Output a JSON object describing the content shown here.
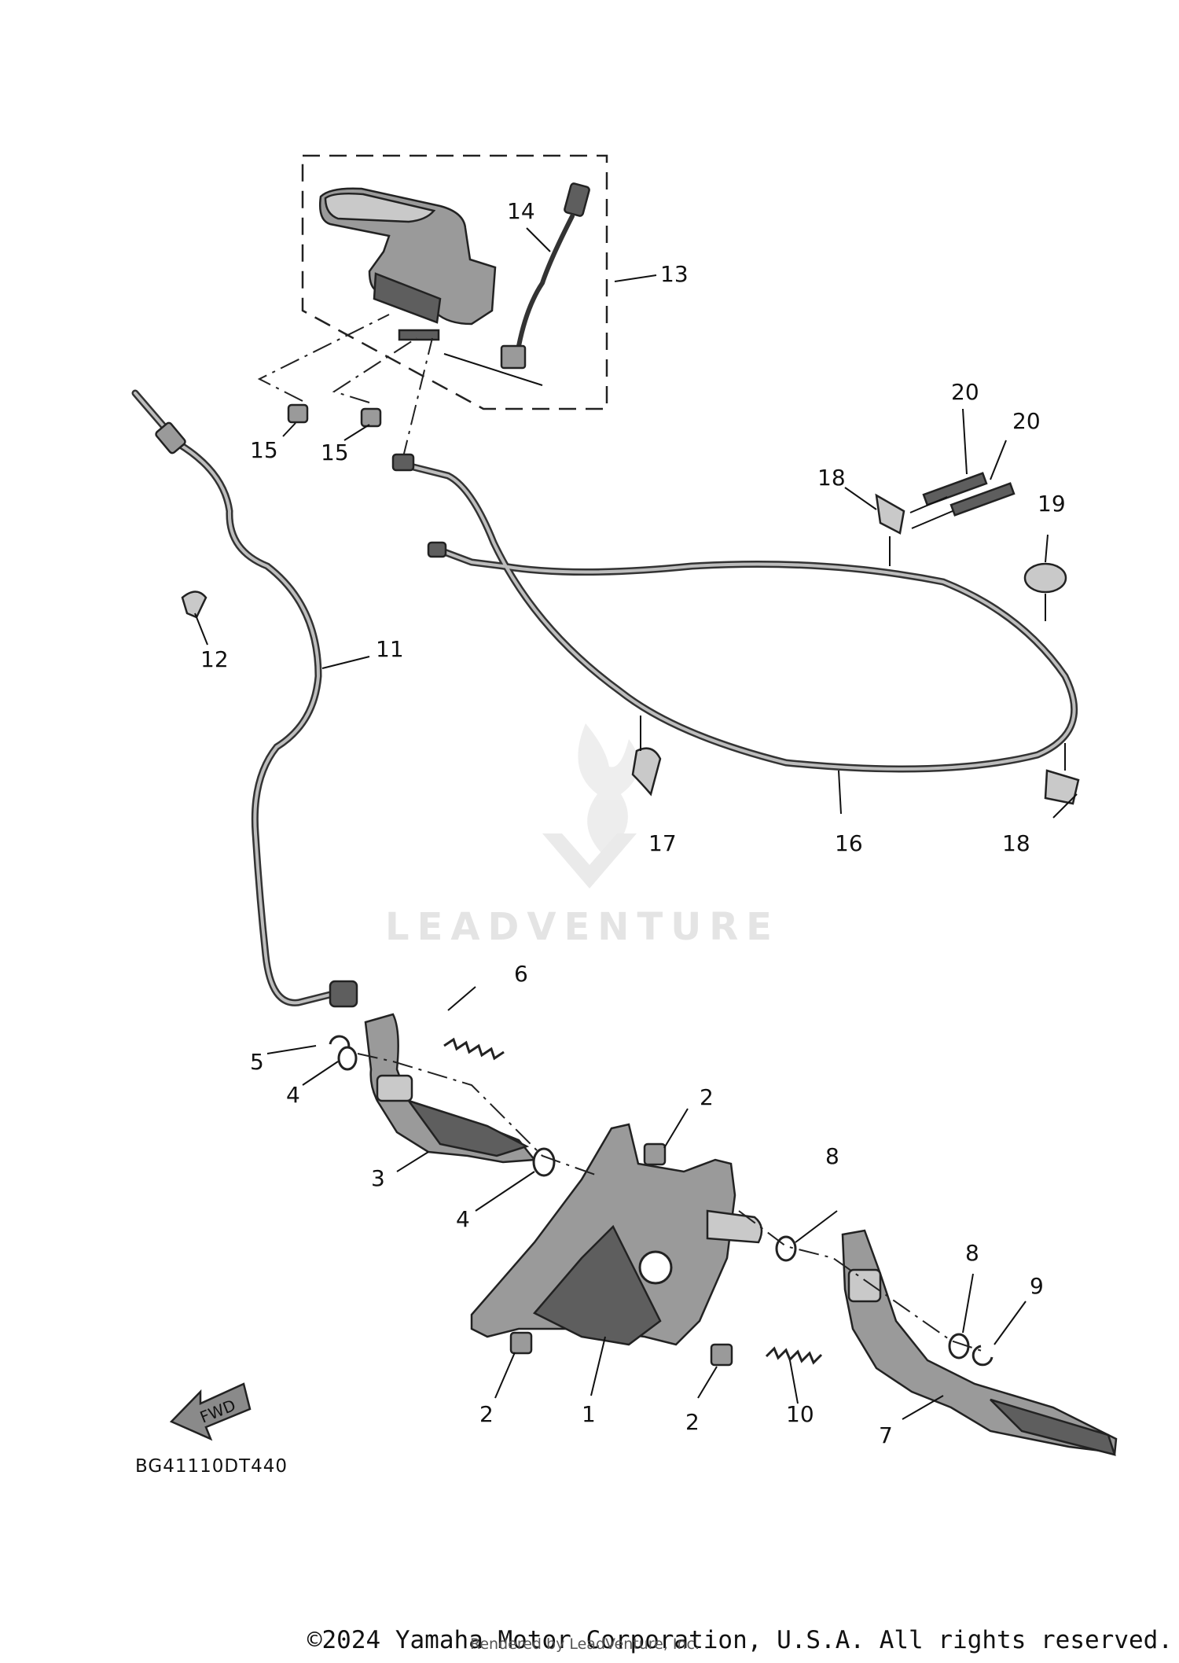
{
  "callouts": {
    "c1": "1",
    "c2a": "2",
    "c2b": "2",
    "c2c": "2",
    "c3": "3",
    "c4a": "4",
    "c4b": "4",
    "c5": "5",
    "c6": "6",
    "c7": "7",
    "c8a": "8",
    "c8b": "8",
    "c9": "9",
    "c10": "10",
    "c11": "11",
    "c12": "12",
    "c13": "13",
    "c14": "14",
    "c15a": "15",
    "c15b": "15",
    "c16": "16",
    "c17": "17",
    "c18a": "18",
    "c18b": "18",
    "c19": "19",
    "c20a": "20",
    "c20b": "20"
  },
  "fwd_label": "FWD",
  "diagram_code": "BG41110DT440",
  "watermark": "LEADVENTURE",
  "copyright": "©2024 Yamaha Motor Corporation, U.S.A. All rights reserved.",
  "rendered_by": "Rendered by LeadVenture, Inc."
}
